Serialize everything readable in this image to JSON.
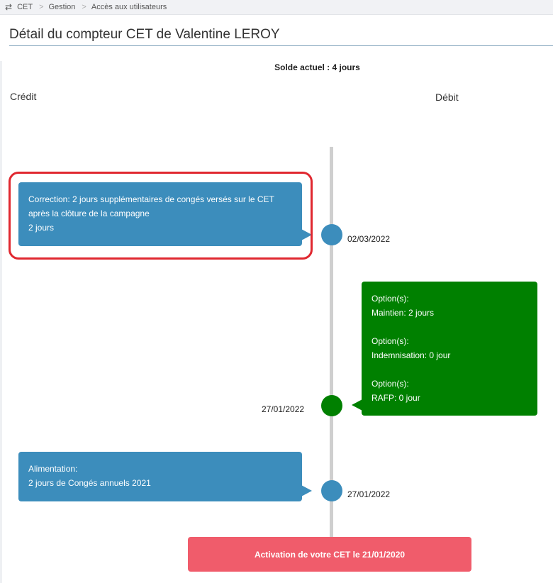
{
  "breadcrumb": {
    "icon": "swap-icon",
    "items": [
      "CET",
      "Gestion",
      "Accès aux utilisateurs"
    ],
    "separator": ">"
  },
  "page": {
    "title": "Détail du compteur CET de Valentine LEROY",
    "balance": "Solde actuel : 4 jours"
  },
  "columns": {
    "credit": "Crédit",
    "debit": "Débit"
  },
  "timeline": {
    "entries": [
      {
        "side": "credit",
        "lines": [
          "Correction: 2 jours supplémentaires de congés versés sur le CET",
          "après la clôture de la campagne",
          "2 jours"
        ],
        "date": "02/03/2022",
        "highlighted": true
      },
      {
        "side": "debit",
        "lines": [
          "Option(s):",
          "Maintien: 2 jours",
          "",
          "Option(s):",
          "Indemnisation: 0 jour",
          "",
          "Option(s):",
          "RAFP: 0 jour"
        ],
        "date": "27/01/2022"
      },
      {
        "side": "credit",
        "lines": [
          "Alimentation:",
          "2 jours de Congés annuels 2021"
        ],
        "date": "27/01/2022"
      }
    ],
    "activation": "Activation de votre CET le 21/01/2020"
  },
  "colors": {
    "credit": "#3c8dbc",
    "debit": "#008000",
    "highlight": "#e02830",
    "activation": "#f05c6b"
  }
}
